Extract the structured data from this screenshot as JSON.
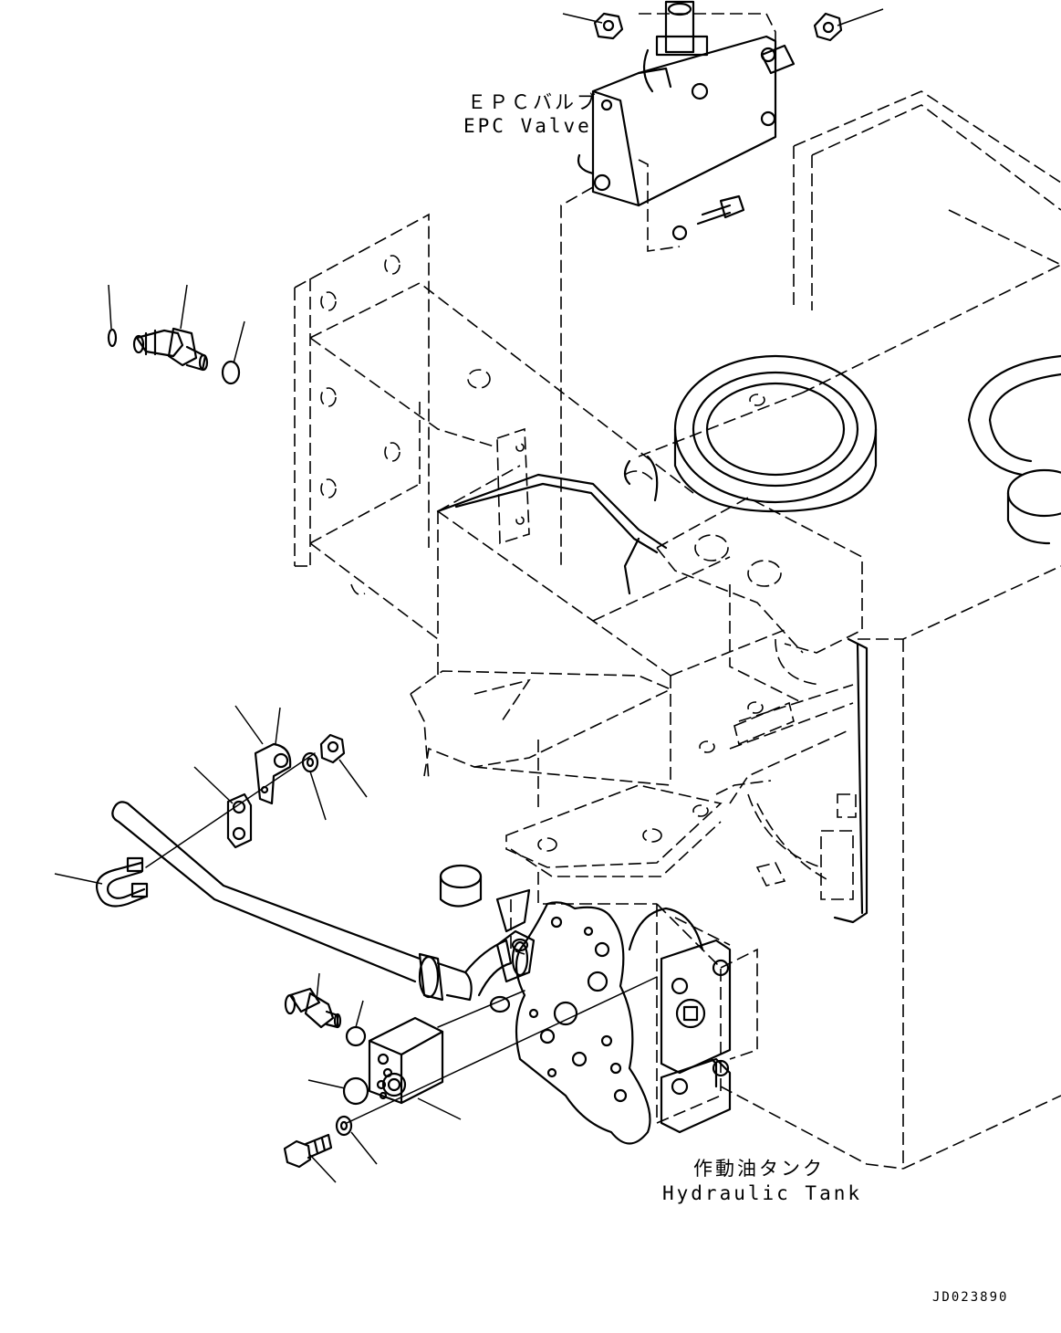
{
  "labels": {
    "epc_valve_jp": "ＥＰＣバルブ",
    "epc_valve_en": "EPC Valve",
    "hydraulic_tank_jp": "作動油タンク",
    "hydraulic_tank_en": "Hydraulic Tank"
  },
  "drawing_code": "JD023890"
}
